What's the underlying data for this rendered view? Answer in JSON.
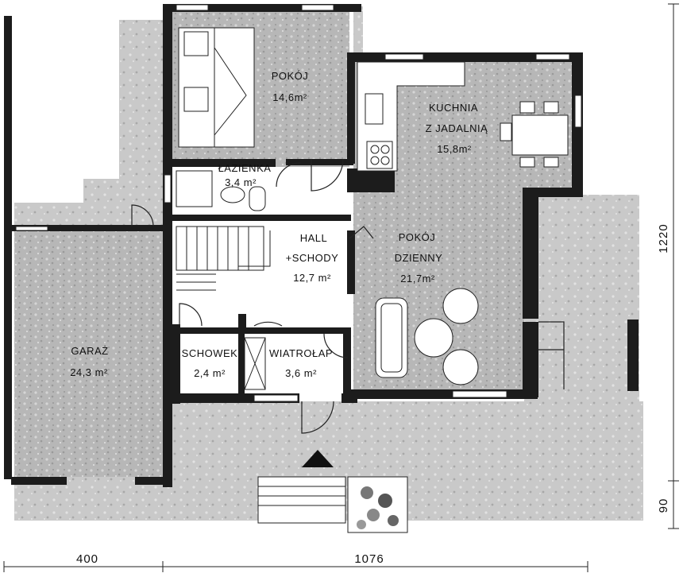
{
  "rooms": [
    {
      "id": "pokoj",
      "name": "POKÓJ",
      "area": "14,6m²"
    },
    {
      "id": "lazienka",
      "name": "ŁAZIENKA",
      "area": "3,4 m²"
    },
    {
      "id": "kuchnia",
      "name_line1": "KUCHNIA",
      "name_line2": "Z JADALNIĄ",
      "area": "15,8m²"
    },
    {
      "id": "hall",
      "name_line1": "HALL",
      "name_line2": "+SCHODY",
      "area": "12,7 m²"
    },
    {
      "id": "dzienny",
      "name_line1": "POKÓJ",
      "name_line2": "DZIENNY",
      "area": "21,7m²"
    },
    {
      "id": "garaz",
      "name": "GARAŻ",
      "area": "24,3 m²"
    },
    {
      "id": "schowek",
      "name": "SCHOWEK",
      "area": "2,4 m²"
    },
    {
      "id": "wiatrolap",
      "name": "WIATROŁAP",
      "area": "3,6 m²"
    }
  ],
  "dimensions": {
    "bottom_left": "400",
    "bottom_right": "1076",
    "right_upper": "1220",
    "right_lower": "90"
  },
  "colors": {
    "wall": "#1c1c1c",
    "floor": "#b4b4b4",
    "terrace": "#c6c6c6",
    "line": "#222222"
  },
  "icons": {
    "entrance": "entrance-arrow-icon",
    "bed": "double-bed-icon",
    "stove": "stove-icon",
    "sink": "kitchen-sink-icon",
    "table": "dining-table-icon",
    "sofa": "sofa-icon",
    "plant": "plant-icon"
  }
}
